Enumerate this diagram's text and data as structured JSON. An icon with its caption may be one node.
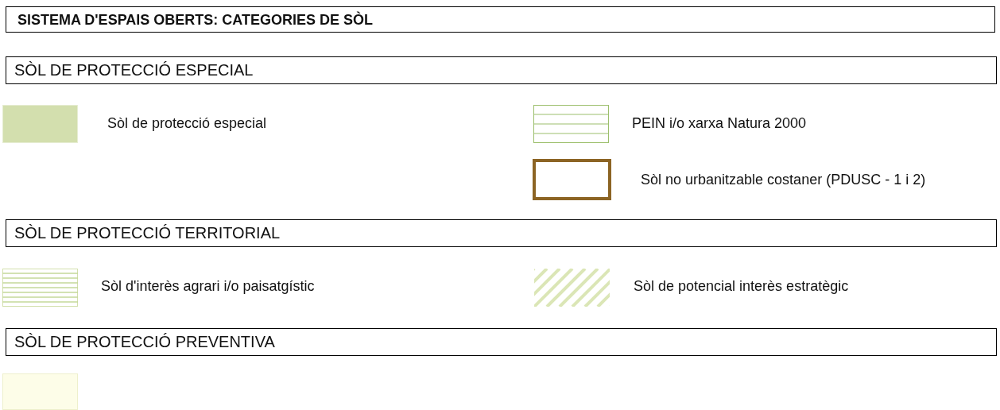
{
  "diagram": {
    "title": "SISTEMA D'ESPAIS OBERTS: CATEGORIES DE SÒL",
    "nodes": [
      {
        "text": [
          "SÒL DE PROTECCIÓ ESPECIAL"
        ]
      },
      {
        "text": [
          "SÒL DE PROTECCIÓ TERRITORIAL"
        ]
      },
      {
        "text": [
          "SÒL DE PROTECCIÓ PREVENTIVA"
        ]
      }
    ],
    "legend": [
      {
        "text": "Sòl de protecció especial",
        "color": "#d3dfae"
      },
      {
        "text": "PEIN i/o xarxa Natura 2000"
      },
      {
        "text": "Sòl no urbanitzable costaner (PDUSC - 1 i 2)"
      },
      {
        "text": "Sòl d'interès agrari i/o paisatgístic"
      },
      {
        "text": "Sòl de potencial interès estratègic"
      }
    ]
  }
}
